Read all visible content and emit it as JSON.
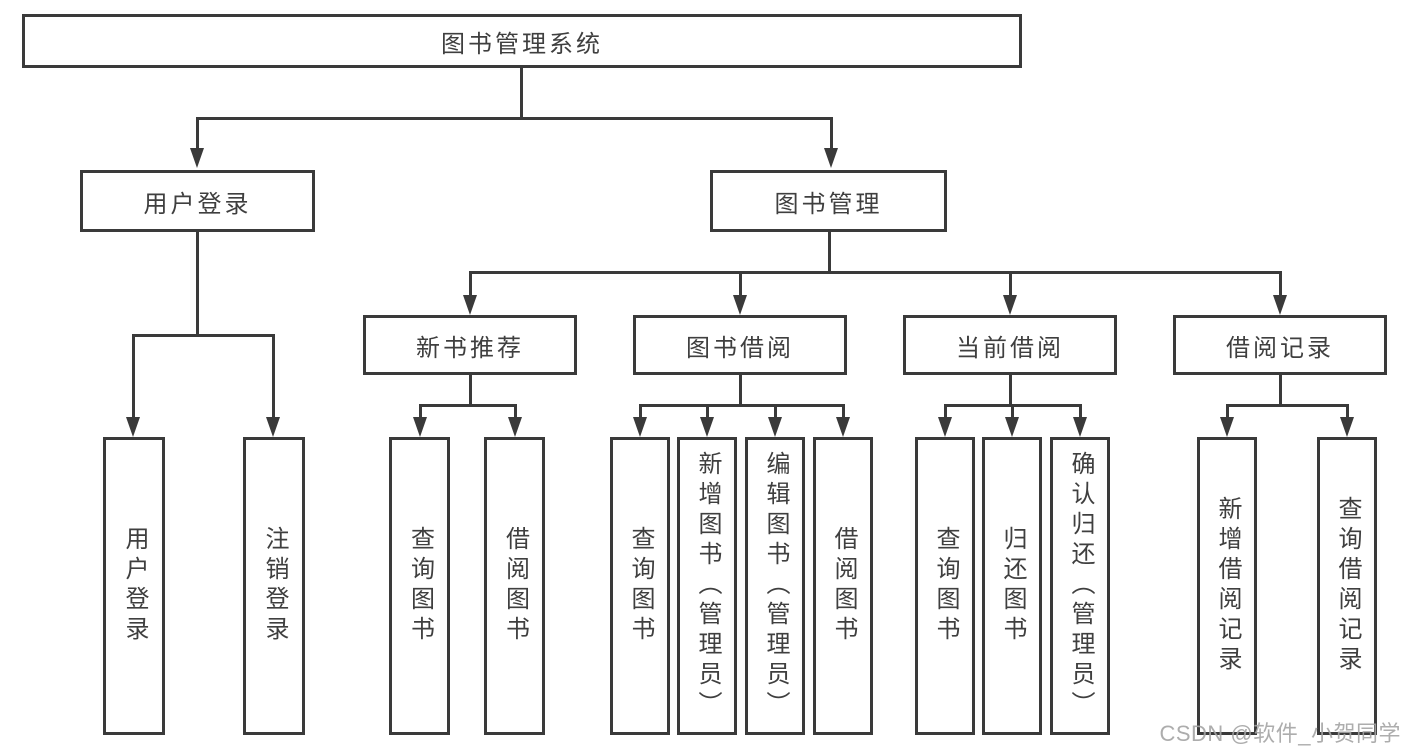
{
  "colors": {
    "line": "#3a3a3a",
    "text": "#3f3f3f",
    "box_background": "#ffffff",
    "watermark": "#a4a4a4"
  },
  "watermark": {
    "text": "CSDN @软件_小贺同学"
  },
  "tree": {
    "root": {
      "label": "图书管理系统"
    },
    "level2": [
      {
        "label": "用户登录"
      },
      {
        "label": "图书管理"
      }
    ],
    "level3": [
      {
        "label": "新书推荐"
      },
      {
        "label": "图书借阅"
      },
      {
        "label": "当前借阅"
      },
      {
        "label": "借阅记录"
      }
    ],
    "leaves": {
      "user_login": [
        {
          "label": "用户登录"
        },
        {
          "label": "注销登录"
        }
      ],
      "new_books": [
        {
          "label": "查询图书"
        },
        {
          "label": "借阅图书"
        }
      ],
      "book_borrow": [
        {
          "label": "查询图书"
        },
        {
          "label": "新增图书（管理员）"
        },
        {
          "label": "编辑图书（管理员）"
        },
        {
          "label": "借阅图书"
        }
      ],
      "current_borrow": [
        {
          "label": "查询图书"
        },
        {
          "label": "归还图书"
        },
        {
          "label": "确认归还（管理员）"
        }
      ],
      "borrow_records": [
        {
          "label": "新增借阅记录"
        },
        {
          "label": "查询借阅记录"
        }
      ]
    }
  }
}
